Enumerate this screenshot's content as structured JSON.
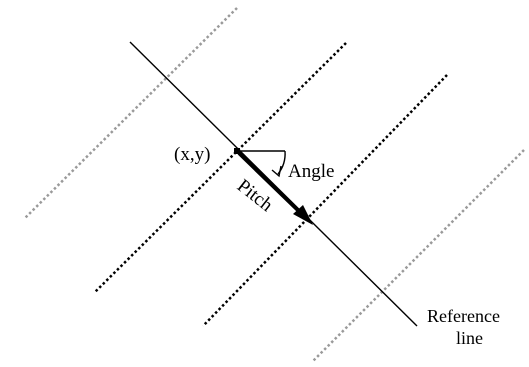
{
  "labels": {
    "point": "(x,y)",
    "angle": "Angle",
    "pitch": "Pitch",
    "reference_line_1": "Reference",
    "reference_line_2": "line"
  },
  "colors": {
    "stroke": "#000000",
    "outer_dotted": "#9a9a9a",
    "background": "#ffffff"
  }
}
